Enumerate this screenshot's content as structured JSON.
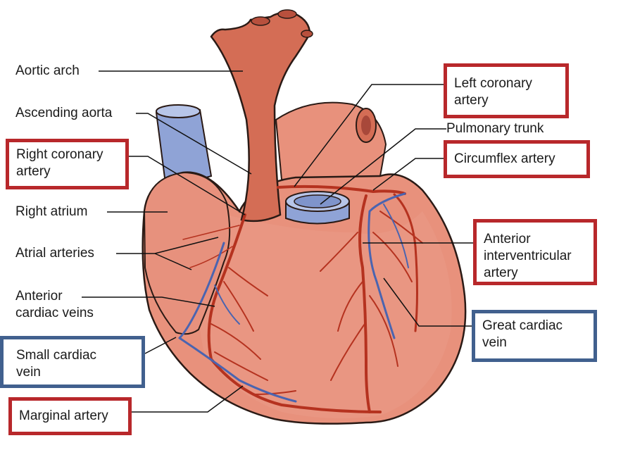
{
  "colors": {
    "heart_fill": "#e8917c",
    "heart_shadow": "#d2705c",
    "heart_outline": "#2a1a15",
    "aorta": "#d46d55",
    "vein_blue": "#8fa3d6",
    "artery_red": "#b5321f",
    "vein_line": "#4a64b0",
    "arterial_box_border": "#b8282b",
    "venous_box_border": "#41608e"
  },
  "labels": {
    "aortic_arch": "Aortic arch",
    "ascending_aorta": "Ascending aorta",
    "right_coronary_artery": [
      "Right coronary",
      "artery"
    ],
    "right_atrium": "Right atrium",
    "atrial_arteries": "Atrial arteries",
    "anterior_cardiac_veins": [
      "Anterior",
      "cardiac veins"
    ],
    "small_cardiac_vein": [
      "Small cardiac",
      "vein"
    ],
    "marginal_artery": "Marginal artery",
    "left_coronary_artery": [
      "Left coronary",
      "artery"
    ],
    "pulmonary_trunk": "Pulmonary trunk",
    "circumflex_artery": "Circumflex artery",
    "anterior_interventricular_artery": [
      "Anterior",
      "interventricular",
      "artery"
    ],
    "great_cardiac_vein": [
      "Great cardiac",
      "vein"
    ]
  }
}
